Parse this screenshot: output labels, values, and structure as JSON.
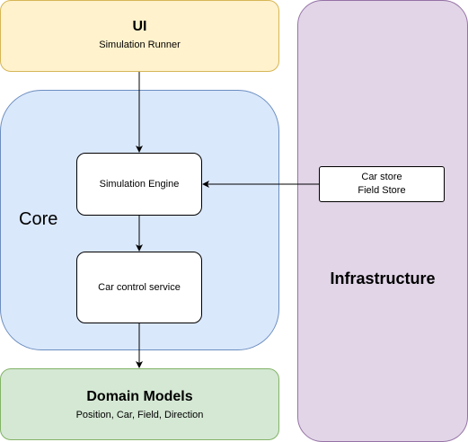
{
  "ui_layer": {
    "title": "UI",
    "subtitle": "Simulation Runner"
  },
  "core_layer": {
    "title": "Core",
    "engine_label": "Simulation Engine",
    "control_label": "Car control service"
  },
  "domain_layer": {
    "title": "Domain Models",
    "subtitle": "Position, Car, Field, Direction"
  },
  "infrastructure_layer": {
    "title": "Infrastructure",
    "store_line1": "Car store",
    "store_line2": "Field Store"
  },
  "colors": {
    "ui_fill": "#fff2cc",
    "ui_stroke": "#d6b656",
    "core_fill": "#dae8fc",
    "core_stroke": "#6c8ebf",
    "domain_fill": "#d5e8d4",
    "domain_stroke": "#82b366",
    "infra_fill": "#e1d5e7",
    "infra_stroke": "#9673a6",
    "node_fill": "#ffffff",
    "edge": "#000000"
  }
}
